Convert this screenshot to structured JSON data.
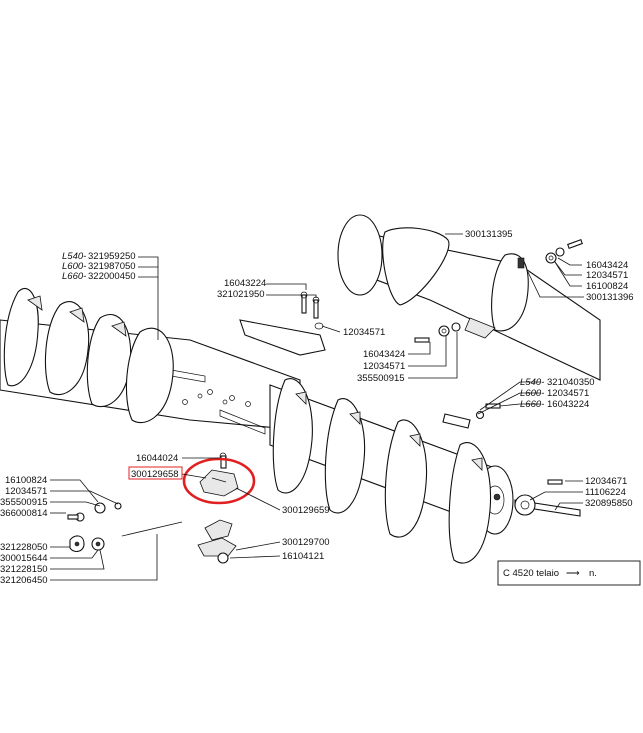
{
  "colors": {
    "line": "#111111",
    "highlight": "#e02020",
    "background": "#ffffff"
  },
  "labels": {
    "l540_a": "L540-",
    "l600_a": "L600-",
    "l660_a": "L660-",
    "p321959250": "321959250",
    "p321987050": "321987050",
    "p322000450": "322000450",
    "p16043224_a": "16043224",
    "p321021950": "321021950",
    "p12034571_a": "12034571",
    "p300131395": "300131395",
    "p16043424_a": "16043424",
    "p12034571_b": "12034571",
    "p16100824_a": "16100824",
    "p300131396": "300131396",
    "p16043424_b": "16043424",
    "p12034571_c": "12034571",
    "p355500915_a": "355500915",
    "l540_b": "L540-",
    "l600_b": "L600-",
    "l660_b": "L660-",
    "p321040350": "321040350",
    "p12034571_d": "12034571",
    "p16043224_b": "16043224",
    "p16044024": "16044024",
    "p300129658": "300129658",
    "p16100824_b": "16100824",
    "p12034571_e": "12034571",
    "p355500915_b": "355500915",
    "p366000814": "366000814",
    "p300129659": "300129659",
    "p321228050": "321228050",
    "p300015644": "300015644",
    "p321228150": "321228150",
    "p321206450": "321206450",
    "p300129700": "300129700",
    "p16104121": "16104121",
    "p12034671": "12034671",
    "p11106224": "11106224",
    "p320895850": "320895850"
  },
  "footer_box": {
    "text": "C 4520 telaio",
    "arrow": "⟶",
    "suffix": "n."
  }
}
